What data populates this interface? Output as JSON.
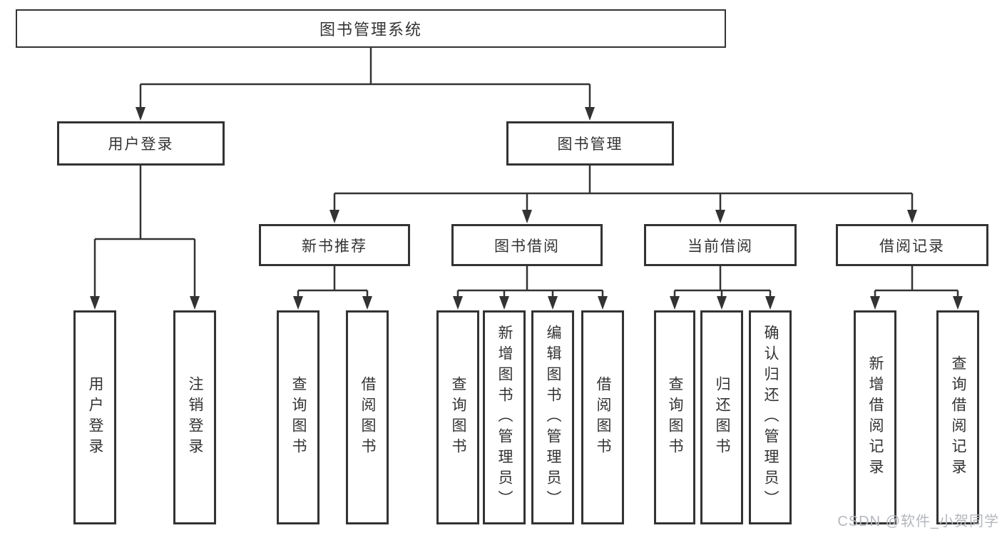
{
  "tree": {
    "label": "图书管理系统",
    "children": [
      {
        "label": "用户登录",
        "children": [
          {
            "label": "用户登录"
          },
          {
            "label": "注销登录"
          }
        ]
      },
      {
        "label": "图书管理",
        "children": [
          {
            "label": "新书推荐",
            "children": [
              {
                "label": "查询图书"
              },
              {
                "label": "借阅图书"
              }
            ]
          },
          {
            "label": "图书借阅",
            "children": [
              {
                "label": "查询图书"
              },
              {
                "label": "新增图书（管理员）"
              },
              {
                "label": "编辑图书（管理员）"
              },
              {
                "label": "借阅图书"
              }
            ]
          },
          {
            "label": "当前借阅",
            "children": [
              {
                "label": "查询图书"
              },
              {
                "label": "归还图书"
              },
              {
                "label": "确认归还（管理员）"
              }
            ]
          },
          {
            "label": "借阅记录",
            "children": [
              {
                "label": "新增借阅记录"
              },
              {
                "label": "查询借阅记录"
              }
            ]
          }
        ]
      }
    ]
  },
  "watermark": {
    "text": "CSDN @软件_小贺同学"
  },
  "colors": {
    "line": "#333333",
    "text": "#333333",
    "bg": "#ffffff",
    "watermark": "#b4b7bd"
  }
}
